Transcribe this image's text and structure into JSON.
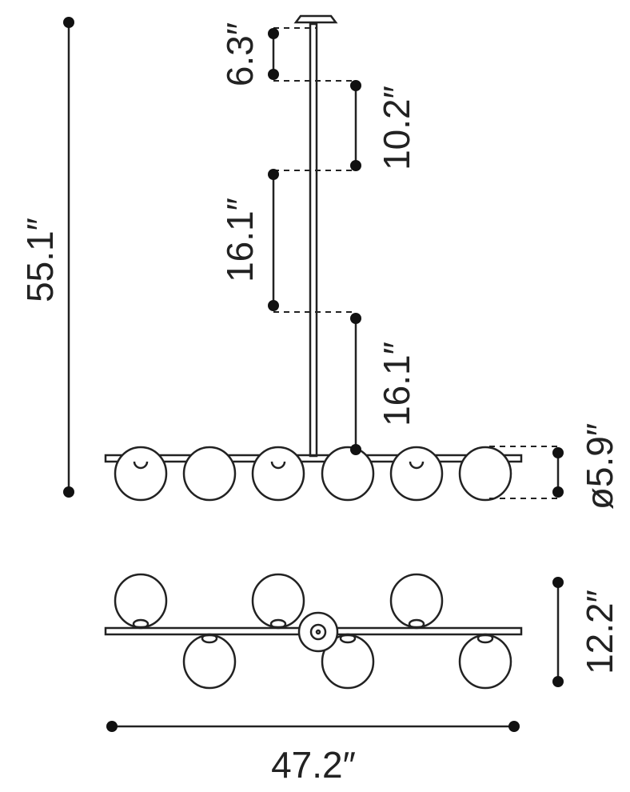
{
  "dimensions": {
    "overall_height": "55.1″",
    "canopy_to_rod_segment": "6.3″",
    "rod_segment_2": "10.2″",
    "rod_segment_3": "16.1″",
    "rod_segment_4": "16.1″",
    "globe_diameter": "ø5.9″",
    "depth": "12.2″",
    "width": "47.2″"
  },
  "colors": {
    "line": "#222222",
    "background": "#ffffff"
  }
}
